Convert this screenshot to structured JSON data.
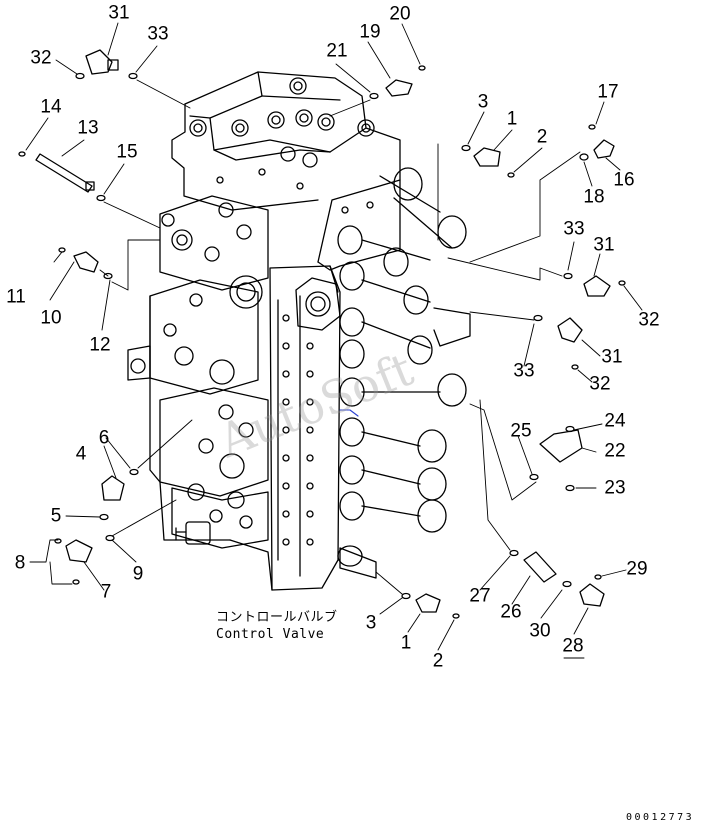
{
  "callouts": [
    "1",
    "2",
    "3",
    "4",
    "5",
    "6",
    "7",
    "8",
    "9",
    "10",
    "11",
    "12",
    "13",
    "14",
    "15",
    "16",
    "17",
    "18",
    "19",
    "20",
    "21",
    "22",
    "23",
    "24",
    "25",
    "26",
    "27",
    "28",
    "29",
    "30",
    "31",
    "32",
    "33"
  ],
  "caption": {
    "japanese": "コントロールバルブ",
    "english": "Control Valve"
  },
  "drawing_number": "00012773",
  "watermark": "AutoSoft",
  "colors": {
    "line": "#000000",
    "background": "#ffffff"
  }
}
